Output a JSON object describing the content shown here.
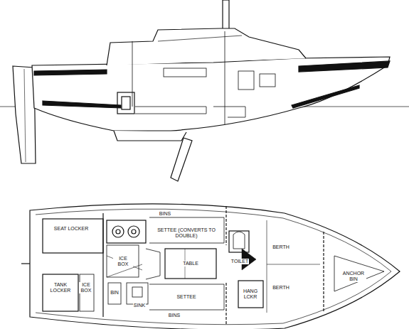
{
  "diagram": {
    "labels": [
      "BINS",
      "SEAT LOCKER",
      "SETTEE (CONVERTS TO DOUBLE)",
      "ICE BOX",
      "TABLE",
      "TOILET",
      "BERTH",
      "BERTH",
      "ANCHOR BIN",
      "TANK LOCKER",
      "ICE BOX",
      "BIN",
      "SINK",
      "HANG LCKR",
      "SETTEE",
      "BINS"
    ]
  }
}
